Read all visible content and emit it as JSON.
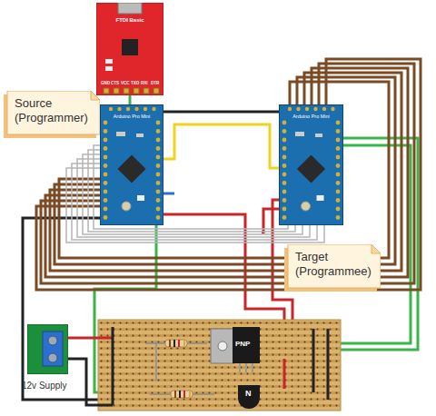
{
  "diagram": {
    "nodes": [
      {
        "text": [
          "FTDI Basic"
        ]
      },
      {
        "text": [
          "Source (Programmer)"
        ]
      },
      {
        "text": [
          "Arduino Pro Mini"
        ]
      },
      {
        "text": [
          "Arduino Pro Mini"
        ]
      },
      {
        "text": [
          "Target (Programmee)"
        ]
      },
      {
        "text": [
          "12v Supply"
        ]
      }
    ],
    "edges": [
      {
        "from": 0,
        "to": 2,
        "arrow": "none"
      },
      {
        "from": 2,
        "to": 3,
        "arrow": "none"
      },
      {
        "from": 2,
        "to": 3,
        "arrow": "none"
      },
      {
        "from": 2,
        "to": 3,
        "arrow": "none"
      },
      {
        "from": 2,
        "to": 3,
        "arrow": "none"
      },
      {
        "from": 2,
        "to": 3,
        "arrow": "none"
      },
      {
        "from": 2,
        "to": 3,
        "arrow": "none"
      },
      {
        "from": 2,
        "to": 3,
        "arrow": "none"
      },
      {
        "from": 2,
        "to": 3,
        "arrow": "none"
      },
      {
        "from": 2,
        "to": 3,
        "arrow": "none"
      },
      {
        "from": 2,
        "to": 3,
        "arrow": "none"
      },
      {
        "from": 2,
        "to": 3,
        "arrow": "none"
      },
      {
        "from": 2,
        "to": 3,
        "arrow": "none"
      },
      {
        "from": 2,
        "to": 3,
        "arrow": "none"
      },
      {
        "from": 2,
        "to": 3,
        "arrow": "none"
      }
    ],
    "labels": [
      "GND",
      "CTS",
      "VCC",
      "TXO",
      "RXI",
      "DTR",
      "PNP",
      "N"
    ]
  }
}
